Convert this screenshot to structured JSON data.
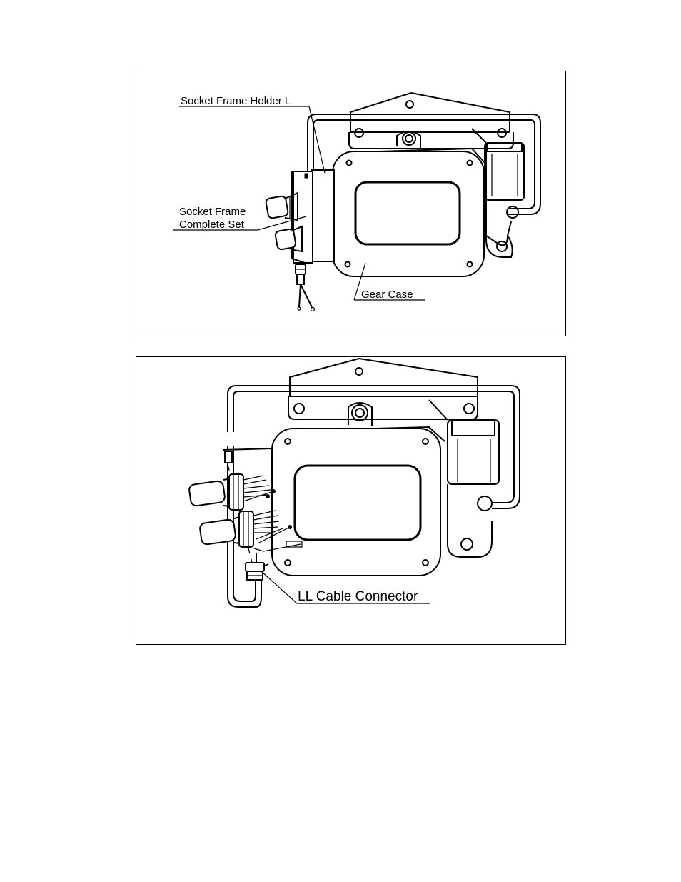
{
  "figures": [
    {
      "labels": {
        "socket_frame_holder": "Socket Frame Holder L",
        "socket_frame_line1": "Socket Frame",
        "socket_frame_line2": "Complete Set",
        "gear_case": "Gear Case"
      }
    },
    {
      "labels": {
        "cable_connector": "LL Cable Connector"
      }
    }
  ]
}
